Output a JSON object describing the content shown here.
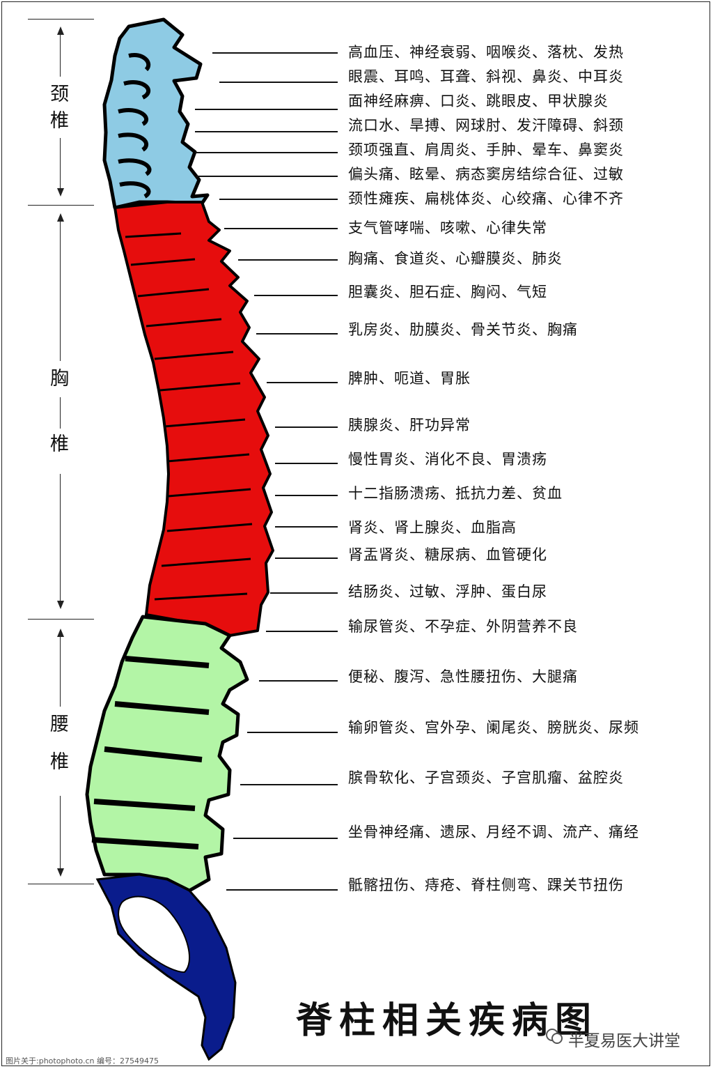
{
  "title": "脊柱相关疾病图",
  "regions": {
    "cervical": [
      "颈",
      "椎"
    ],
    "thoracic": [
      "胸",
      "椎"
    ],
    "lumbar": [
      "腰",
      "椎"
    ]
  },
  "colors": {
    "cervical": "#8ecbe4",
    "thoracic": "#e60d0d",
    "lumbar": "#b3f5a6",
    "sacrum": "#0a1c8c",
    "outline": "#000000"
  },
  "diseases": [
    "高血压、神经衰弱、咽喉炎、落枕、发热",
    "眼震、耳鸣、耳聋、斜视、鼻炎、中耳炎",
    "面神经麻痹、口炎、跳眼皮、甲状腺炎",
    "流口水、旱搏、网球肘、发汗障碍、斜颈",
    "颈项强直、肩周炎、手肿、晕车、鼻窦炎",
    "偏头痛、眩晕、病态窦房结综合征、过敏",
    "颈性瘫疾、扁桃体炎、心绞痛、心律不齐",
    "支气管哮喘、咳嗽、心律失常",
    "胸痛、食道炎、心瓣膜炎、肺炎",
    "胆囊炎、胆石症、胸闷、气短",
    "乳房炎、肋膜炎、骨关节炎、胸痛",
    "脾肿、呃道、胃胀",
    "胰腺炎、肝功异常",
    "慢性胃炎、消化不良、胃溃疡",
    "十二指肠溃疡、抵抗力差、贫血",
    "肾炎、肾上腺炎、血脂高",
    "肾盂肾炎、糖尿病、血管硬化",
    "结肠炎、过敏、浮肿、蛋白尿",
    "输尿管炎、不孕症、外阴营养不良",
    "便秘、腹泻、急性腰扭伤、大腿痛",
    "输卵管炎、宫外孕、阑尾炎、膀胱炎、尿频",
    "膑骨软化、子宫颈炎、子宫肌瘤、盆腔炎",
    "坐骨神经痛、遗尿、月经不调、流产、痛经",
    "骶髂扭伤、痔疮、脊柱侧弯、踝关节扭伤"
  ],
  "watermark": {
    "left": "图片关于:photophoto.cn  编号：27549475",
    "right": "半夏易医大讲堂"
  }
}
